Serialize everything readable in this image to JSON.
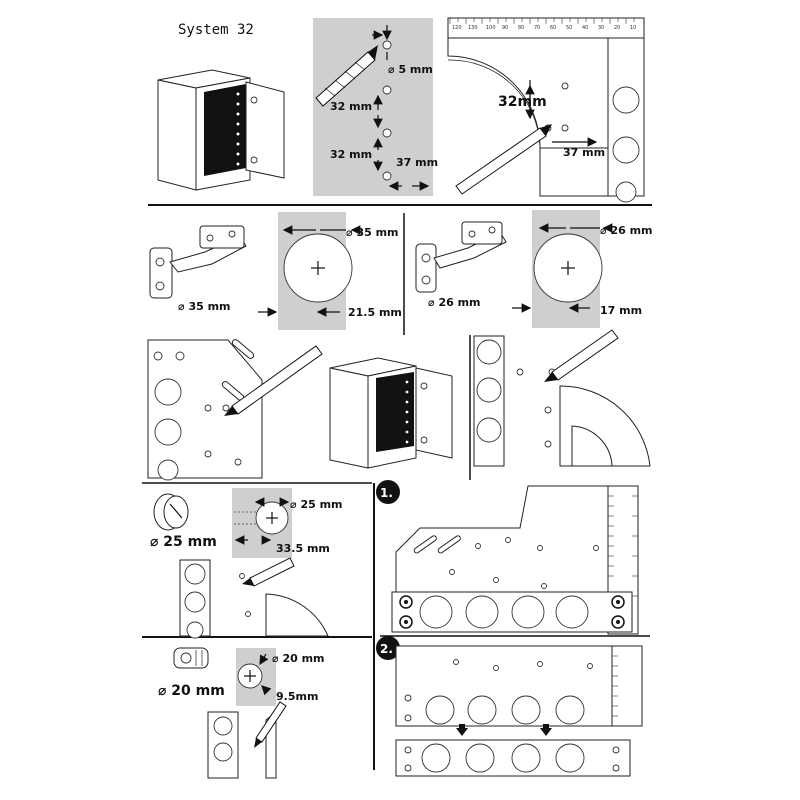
{
  "title": "System 32",
  "top_row": {
    "drill_diameter": "⌀ 5 mm",
    "spacing_1": "32 mm",
    "spacing_2": "32 mm",
    "edge_offset": "37 mm",
    "square_offset_vertical": "32mm",
    "square_offset_horizontal": "37 mm",
    "ruler_top_ticks": [
      "120",
      "130",
      "100",
      "90",
      "80",
      "70",
      "60",
      "50",
      "40",
      "30",
      "20",
      "10"
    ]
  },
  "hinge_row": {
    "left_hinge_label": "⌀ 35 mm",
    "left_cup_diameter": "⌀ 35 mm",
    "left_edge_offset": "21.5 mm",
    "right_hinge_label": "⌀ 26 mm",
    "right_cup_diameter": "⌀ 26 mm",
    "right_edge_offset": "17 mm"
  },
  "connector_section": {
    "cam_label": "⌀ 25 mm",
    "cam_hole_diameter": "⌀ 25 mm",
    "cam_edge_offset": "33.5 mm",
    "dowel_label": "⌀ 20 mm",
    "dowel_hole_diameter": "⌀ 20 mm",
    "dowel_edge_offset": "9.5mm"
  },
  "steps": {
    "step1": "1.",
    "step2": "2."
  }
}
